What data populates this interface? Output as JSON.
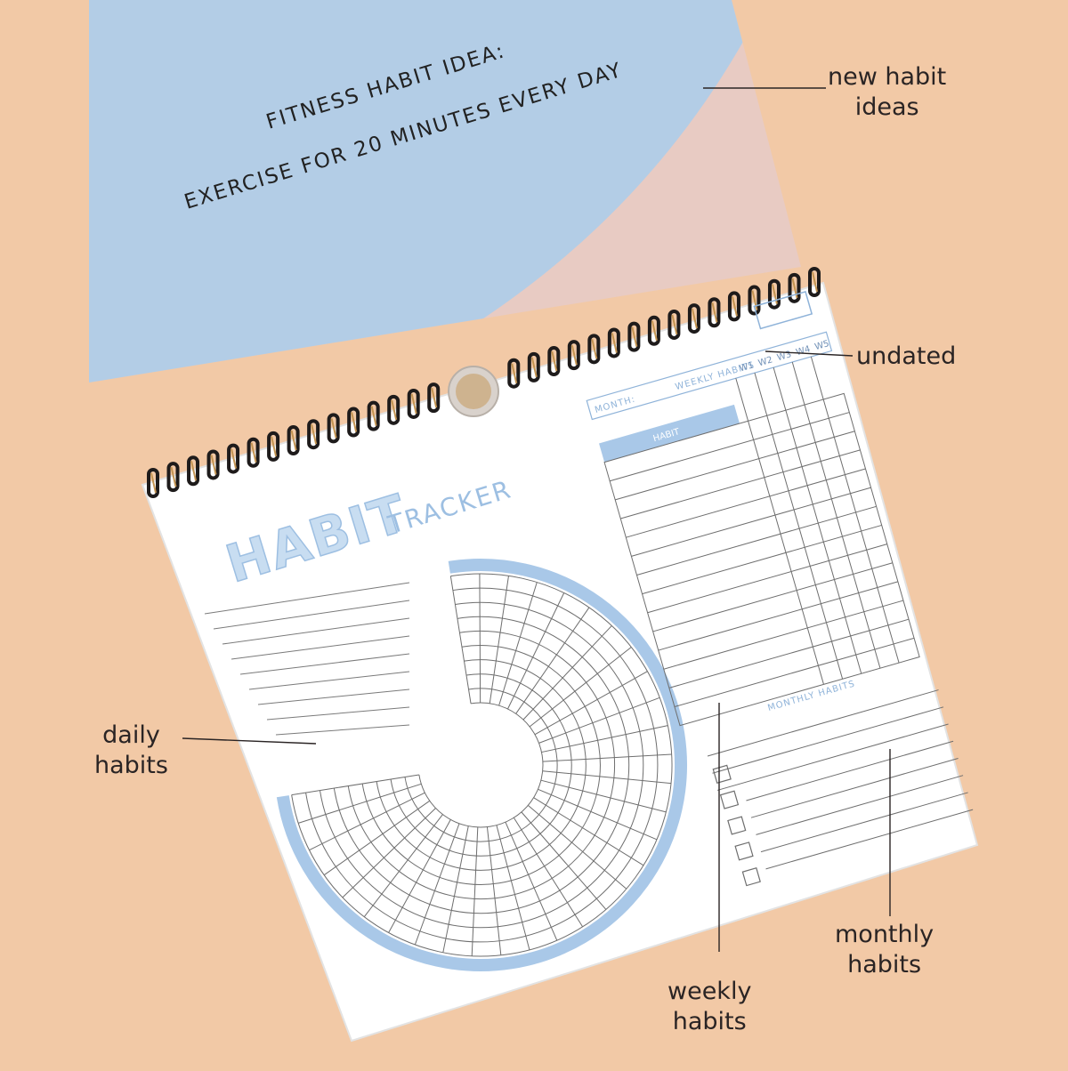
{
  "colors": {
    "background": "#f2c9a6",
    "cover_blue": "#b3cde6",
    "cover_pink": "#e8cbc3",
    "paper": "#ffffff",
    "accent_blue": "#a9c8e8",
    "coil": "#c39452"
  },
  "cover": {
    "line1": "FITNESS HABIT IDEA:",
    "line2": "EXERCISE FOR 20 MINUTES EVERY DAY"
  },
  "tracker": {
    "title_big": "HABIT",
    "title_small": "TRACKER"
  },
  "weekly": {
    "month_label": "MONTH:",
    "header": "WEEKLY HABITS",
    "habit_col": "HABIT",
    "columns": [
      "W1",
      "W2",
      "W3",
      "W4",
      "W5"
    ]
  },
  "monthly": {
    "header": "MONTHLY HABITS"
  },
  "callouts": {
    "new_habit_ideas": "new habit\nideas",
    "undated": "undated",
    "daily_habits": "daily\nhabits",
    "weekly_habits": "weekly\nhabits",
    "monthly_habits": "monthly\nhabits"
  }
}
